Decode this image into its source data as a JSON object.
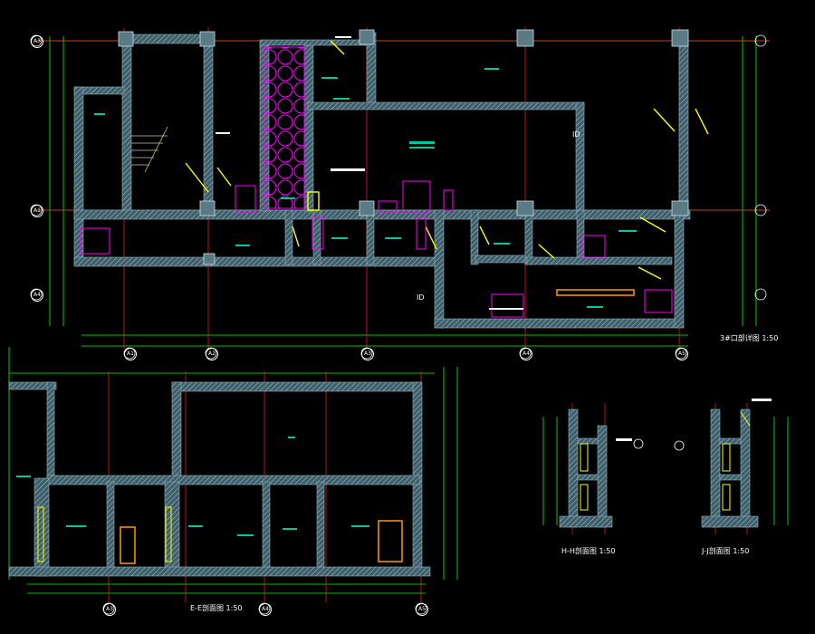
{
  "drawing": {
    "views": [
      {
        "id": "plan",
        "title": "3#口部详图",
        "scale": "1:50"
      },
      {
        "id": "section-ee",
        "title": "E-E剖面图",
        "scale": "1:50"
      },
      {
        "id": "section-hh",
        "title": "H-H剖面图",
        "scale": "1:50"
      },
      {
        "id": "section-jj",
        "title": "J-J剖面图",
        "scale": "1:50"
      }
    ],
    "grid_axes": {
      "plan_rows": [
        "A3",
        "A1",
        "A4"
      ],
      "plan_columns": [
        "A1",
        "A2",
        "A3",
        "A4",
        "A5"
      ],
      "section_columns": [
        "A3",
        "A4",
        "A5"
      ]
    },
    "tags": [
      "ID",
      "ID"
    ]
  },
  "colors": {
    "background": "#000000",
    "wall_fill": "#4a6b78",
    "wall_hatch": "#c0d8e0",
    "dimension_line": "#00ff00",
    "grid_line": "#ff2020",
    "door_yellow": "#ffff00",
    "magenta": "#ff00ff",
    "cyan_text": "#00c8a0",
    "white": "#ffffff",
    "orange": "#ff9900"
  }
}
